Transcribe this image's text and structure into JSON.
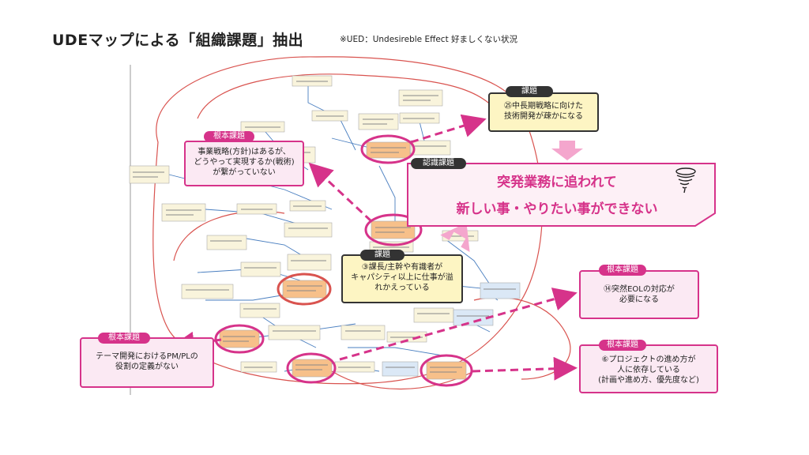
{
  "header": {
    "title": "UDEマップによる「組織課題」抽出",
    "note": "※UED：Undesireble Effect 好ましくない状況"
  },
  "main_issue": {
    "tag": "認識課題",
    "line1": "突発業務に追われて",
    "line2": "新しい事・やりたい事ができない"
  },
  "issue_top": {
    "tag": "課題",
    "line1": "㉕中長期戦略に向けた",
    "line2": "技術開発が疎かになる"
  },
  "issue_center": {
    "tag": "課題",
    "line1": "③課長/主幹や有識者が",
    "line2": "キャパシティ以上に仕事が溢",
    "line3": "れかえっている"
  },
  "root_left_top": {
    "tag": "根本課題",
    "line1": "事業戦略(方針)はあるが、",
    "line2": "どうやって実現するか(戦術)",
    "line3": "が繋がっていない"
  },
  "root_left_bottom": {
    "tag": "根本課題",
    "line1": "テーマ開発におけるPM/PLの",
    "line2": "役割の定義がない"
  },
  "root_right_top": {
    "tag": "根本課題",
    "line1": "⑭突然EOLの対応が",
    "line2": "必要になる"
  },
  "root_right_bottom": {
    "tag": "根本課題",
    "line1": "⑥プロジェクトの進め方が",
    "line2": "人に依存している",
    "line3": "(計画や進め方、優先度など)"
  },
  "colors": {
    "accent": "#d6338a",
    "accent_light": "#f4a6cd",
    "note_fill": "#fdf5c3",
    "node_fill": "#f9f4dc",
    "node_highlight": "#f7c08a",
    "node_blue": "#dbe8f6",
    "loop_line": "#d9534f",
    "link_line": "#4a7fc0"
  },
  "icons": {
    "main_issue_icon": "tornado-icon"
  }
}
